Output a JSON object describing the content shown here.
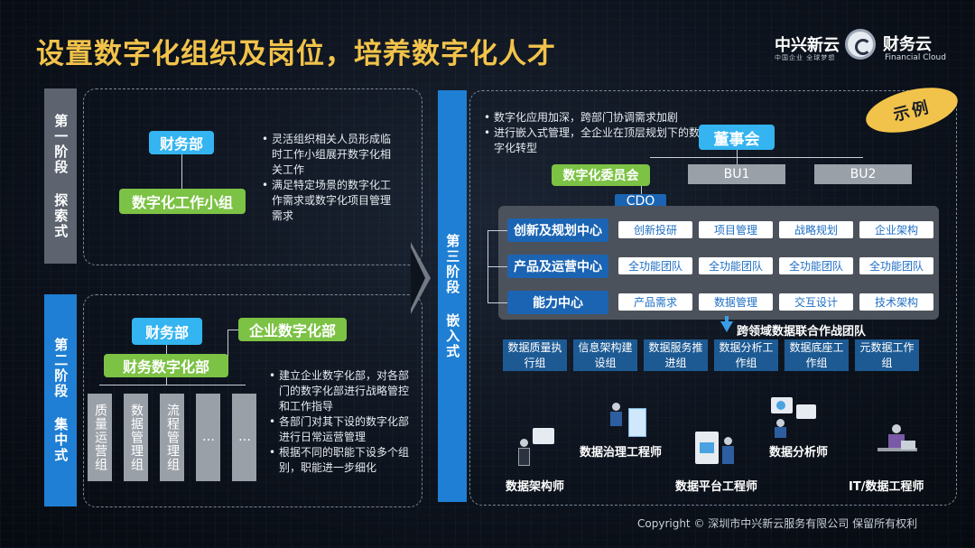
{
  "title": "设置数字化组织及岗位，培养数字化人才",
  "logo": {
    "cn_name": "中兴新云",
    "cn_slogan": "中国企业 全球梦想",
    "en_name": "财务云",
    "en_sub": "Financial Cloud"
  },
  "stage1": {
    "label": "第一阶段 探索式",
    "box_finance": "财务部",
    "box_team": "数字化工作小组",
    "bullets": [
      "灵活组织相关人员形成临时工作小组展开数字化相关工作",
      "满足特定场景的数字化工作需求或数字化项目管理需求"
    ]
  },
  "stage2": {
    "label": "第二阶段 集中式",
    "box_finance": "财务部",
    "box_enterprise": "企业数字化部",
    "box_finance_digital": "财务数字化部",
    "columns": [
      "质量运营组",
      "数据管理组",
      "流程管理组",
      "…",
      "…"
    ],
    "bullets": [
      "建立企业数字化部，对各部门的数字化部进行战略管控和工作指导",
      "各部门对其下设的数字化部进行日常运营管理",
      "根据不同的职能下设多个组别，职能进一步细化"
    ]
  },
  "stage3": {
    "label": "第三阶段 嵌入式",
    "seal": "示例",
    "bullets": [
      "数字化应用加深，跨部门协调需求加剧",
      "进行嵌入式管理，全企业在顶层规划下的数字化转型"
    ],
    "board": "董事会",
    "bu1": "BU1",
    "bu2": "BU2",
    "committee": "数字化委员会",
    "cdo": "CDO",
    "centers": [
      {
        "name": "创新及规划中心",
        "items": [
          "创新投研",
          "项目管理",
          "战略规划",
          "企业架构"
        ]
      },
      {
        "name": "产品及运营中心",
        "items": [
          "全功能团队",
          "全功能团队",
          "全功能团队",
          "全功能团队"
        ]
      },
      {
        "name": "能力中心",
        "items": [
          "产品需求",
          "数据管理",
          "交互设计",
          "技术架构"
        ]
      }
    ],
    "cross_team": "跨领域数据联合作战团队",
    "workgroups": [
      "数据质量执行组",
      "信息架构建设组",
      "数据服务推进组",
      "数据分析工作组",
      "数据底座工作组",
      "元数据工作组"
    ],
    "roles": [
      "数据架构师",
      "数据治理工程师",
      "数据平台工程师",
      "数据分析师",
      "IT/数据工程师"
    ]
  },
  "copyright": "Copyright © 深圳市中兴新云服务有限公司 保留所有权利"
}
